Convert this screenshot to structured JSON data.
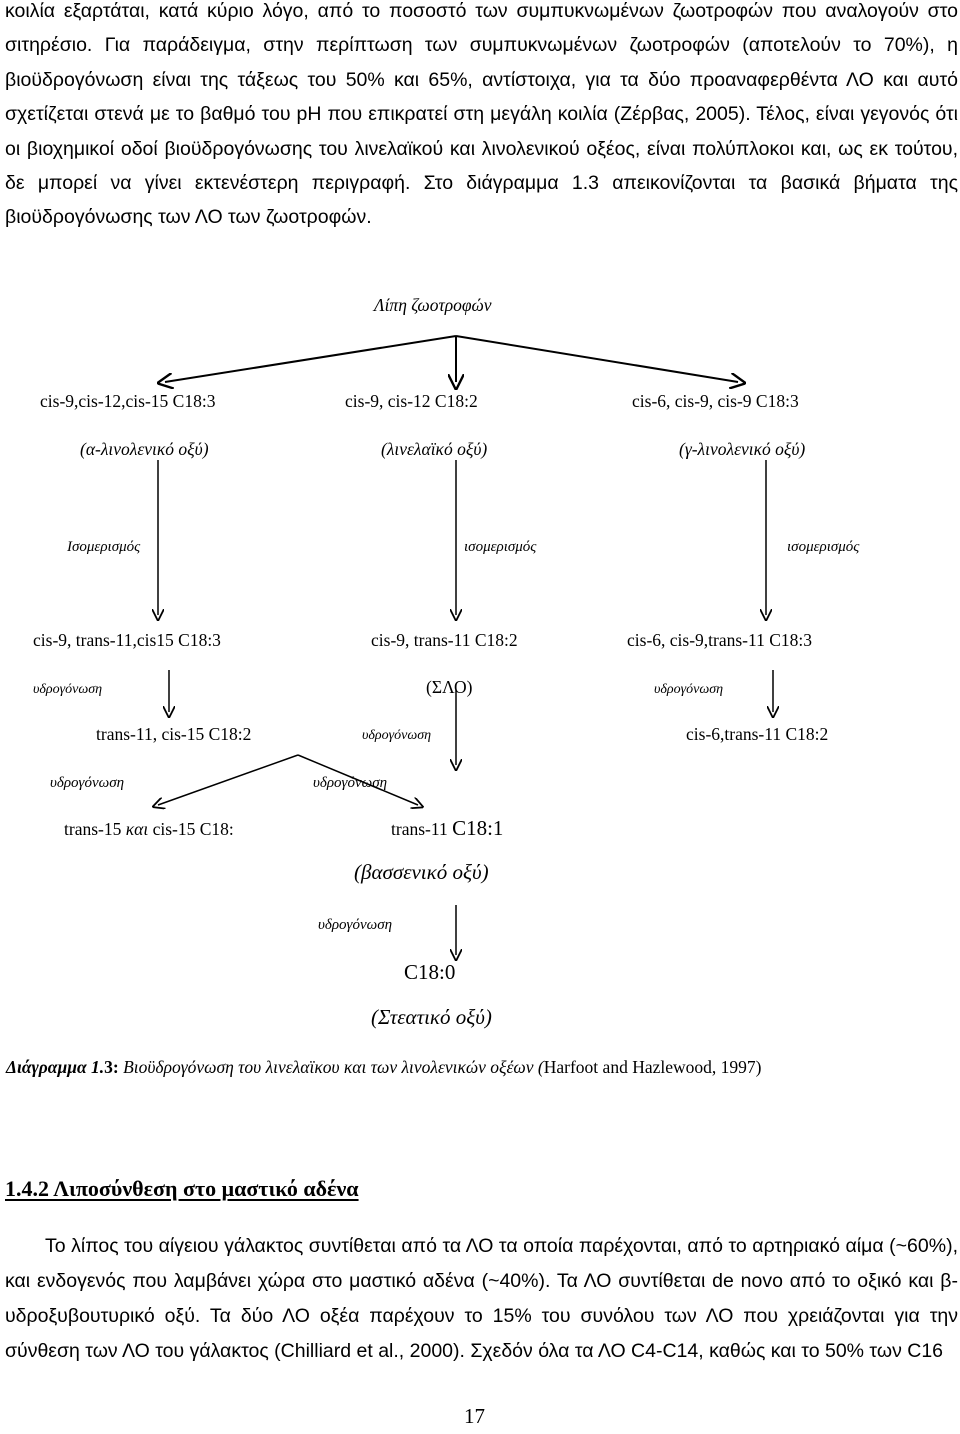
{
  "intro_paragraph": "κοιλία εξαρτάται, κατά κύριο λόγο, από το ποσοστό των συμπυκνωμένων ζωοτροφών που αναλογούν στο σιτηρέσιο. Για παράδειγμα, στην περίπτωση των συμπυκνωμένων ζωοτροφών (αποτελούν το 70%), η βιοϋδρογόνωση είναι της τάξεως του 50% και 65%, αντίστοιχα, για τα δύο προαναφερθέντα ΛΟ και αυτό σχετίζεται στενά με το βαθμό του pH που επικρατεί στη μεγάλη κοιλία (Ζέρβας, 2005). Τέλος, είναι γεγονός ότι οι βιοχημικοί οδοί βιοϋδρογόνωσης του λινελαϊκού και λινολενικού οξέος, είναι πολύπλοκοι και, ως εκ τούτου, δε μπορεί να γίνει εκτενέστερη περιγραφή. Στο διάγραμμα 1.3 απεικονίζονται τα βασικά βήματα της βιοϋδρογόνωσης των ΛΟ των ζωοτροφών.",
  "diagram": {
    "root": "Λίπη ζωοτροφών",
    "acids": [
      {
        "formula": "cis-9,cis-12,cis-15 C18:3",
        "name": "(α-λινολενικό οξύ)"
      },
      {
        "formula": "cis-9, cis-12 C18:2",
        "name": "(λινελαϊκό οξύ)"
      },
      {
        "formula": "cis-6, cis-9, cis-9 C18:3",
        "name": "(γ-λινολενικό οξύ)"
      }
    ],
    "isomerization": [
      "Ισομερισμός",
      "ισομερισμός",
      "ισομερισμός"
    ],
    "isomers": [
      "cis-9, trans-11,cis15 C18:3",
      "cis-9, trans-11 C18:2",
      "cis-6, cis-9,trans-11 C18:3"
    ],
    "cla_label": "(ΣΛΟ)",
    "hydrogenation": "υδρογόνωση",
    "step2": [
      "trans-11, cis-15 C18:2",
      "cis-6,trans-11 C18:2"
    ],
    "step3_left_prefix": "trans-15 ",
    "step3_left_conj": "και",
    "step3_left_suffix": " cis-15 C18:",
    "step3_right_prefix": "trans-11 ",
    "step3_right_suffix": "C18:1",
    "vaccenic": "(βασσενικό οξύ)",
    "final": "C18:0",
    "stearic": "(Στεατικό οξύ)"
  },
  "caption": {
    "label": "Διάγραμμα 1.",
    "label_num": "3:",
    "text": "Βιοϋδρογόνωση του λινελαϊκου και των λινολενικών οξέων (",
    "source": "Harfoot and Hazlewood, 1997)"
  },
  "section_heading": "1.4.2 Λιποσύνθεση στο μαστικό αδένα",
  "section_paragraph": "Το λίπος του αίγειου γάλακτος συντίθεται από τα ΛΟ τα οποία παρέχονται, από το αρτηριακό αίμα (~60%), και ενδογενός που λαμβάνει χώρα στο μαστικό αδένα (~40%). Τα ΛΟ συντίθεται de novo από το οξικό και β-υδροξυβουτυρικό οξύ. Τα δύο ΛΟ οξέα παρέχουν το 15% του συνόλου των ΛΟ που χρειάζονται για την σύνθεση των ΛΟ του γάλακτος  (Chilliard et al., 2000). Σχεδόν όλα τα ΛΟ C4-C14, καθώς και το 50% των C16",
  "page_number": "17"
}
